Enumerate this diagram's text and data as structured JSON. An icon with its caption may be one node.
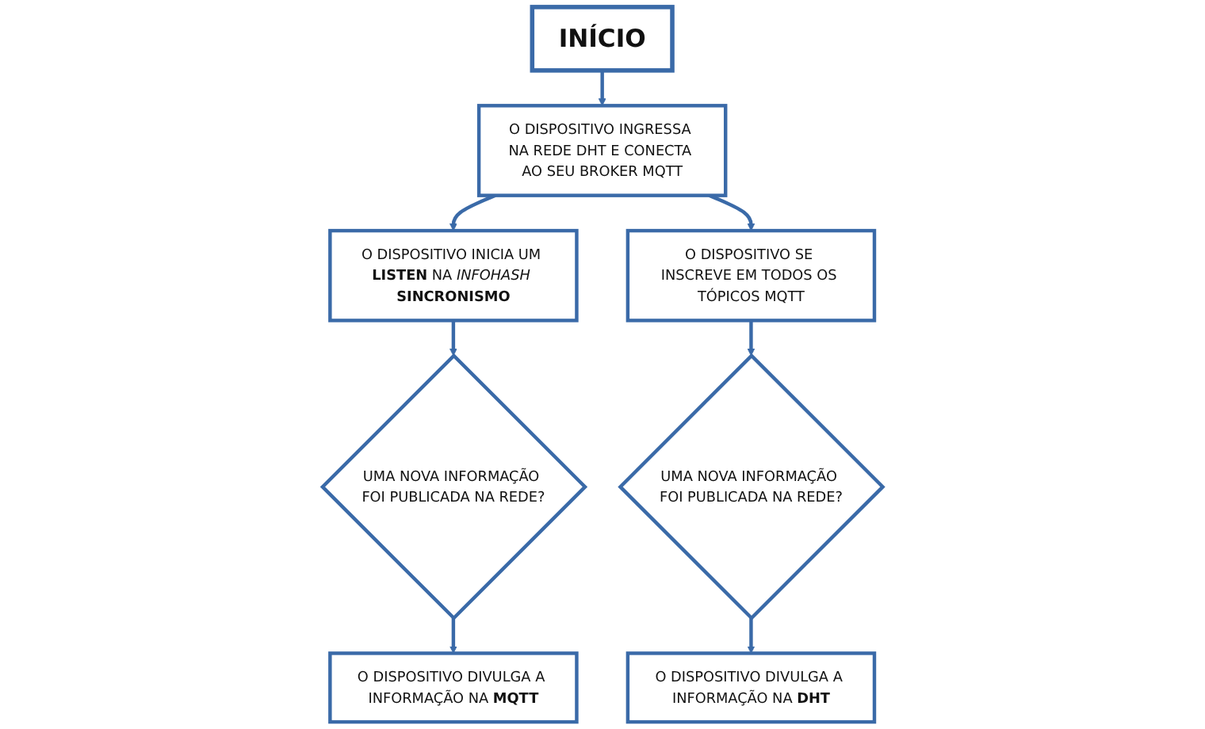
{
  "diagram": {
    "nodes": [
      {
        "text": [
          "INÍCIO"
        ]
      },
      {
        "text": [
          "O DISPOSITIVO INICIA UM **LISTEN** NA *INFOHASH* **SINCRONISMO**"
        ]
      },
      {
        "text": [
          "O DISPOSITIVO INGRESSA NA REDE DHT E CONECTA AO SEU BROKER MQTT"
        ]
      },
      {
        "text": [
          "O DISPOSITIVO SE INSCREVE EM TODOS OS TÓPICOS MQTT"
        ]
      },
      {
        "text": [
          "UMA NOVA INFORMAÇÃO FOI PUBLICADA NA REDE?"
        ]
      },
      {
        "text": [
          "UMA NOVA INFORMAÇÃO FOI PUBLICADA NA REDE?"
        ]
      },
      {
        "text": [
          "O DISPOSITIVO DIVULGA A INFORMAÇÃO NA **MQTT**"
        ]
      },
      {
        "text": [
          "O DISPOSITIVO DIVULGA A INFORMAÇÃO NA **DHT**"
        ]
      }
    ],
    "edges": [
      {
        "from": 0,
        "to": 2,
        "arrow": "to"
      },
      {
        "from": 2,
        "to": 1,
        "arrow": "to"
      },
      {
        "from": 2,
        "to": 3,
        "arrow": "to"
      },
      {
        "from": 1,
        "to": 4,
        "arrow": "to"
      },
      {
        "from": 3,
        "to": 5,
        "arrow": "to"
      },
      {
        "from": 4,
        "to": 6,
        "arrow": "to"
      },
      {
        "from": 5,
        "to": 7,
        "arrow": "to"
      }
    ]
  }
}
